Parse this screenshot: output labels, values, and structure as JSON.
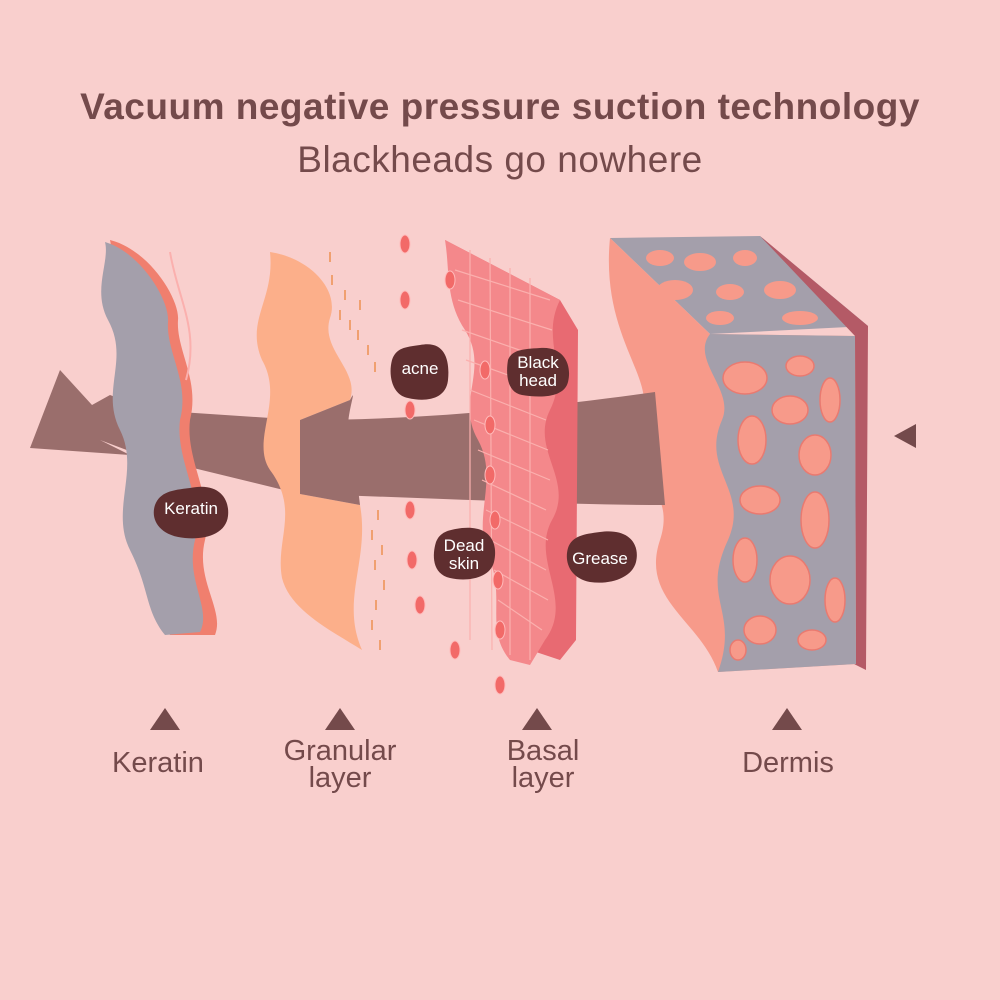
{
  "title": {
    "line1": "Vacuum negative pressure suction technology",
    "line2": "Blackheads go nowhere"
  },
  "bubbles": {
    "acne": "acne",
    "blackhead_line1": "Black",
    "blackhead_line2": "head",
    "keratin": "Keratin",
    "dead_skin_line1": "Dead",
    "dead_skin_line2": "skin",
    "grease": "Grease"
  },
  "layers": {
    "keratin": "Keratin",
    "granular_line1": "Granular",
    "granular_line2": "layer",
    "basal_line1": "Basal",
    "basal_line2": "layer",
    "dermis": "Dermis"
  },
  "colors": {
    "background": "#f9cfcd",
    "text": "#744a4b",
    "arrow": "#9a6e6c",
    "keratin_layer": "#a49fab",
    "granular_layer": "#fcaf8a",
    "basal_layer": "#f4888b",
    "dermis_top": "#a49fab",
    "dermis_cells": "#f79a8a",
    "bubble": "#5f2e2f"
  },
  "icons": {
    "layer_marker": "triangle-up-icon",
    "side_marker": "triangle-left-icon",
    "flow_arrow": "arrow-left-icon"
  }
}
